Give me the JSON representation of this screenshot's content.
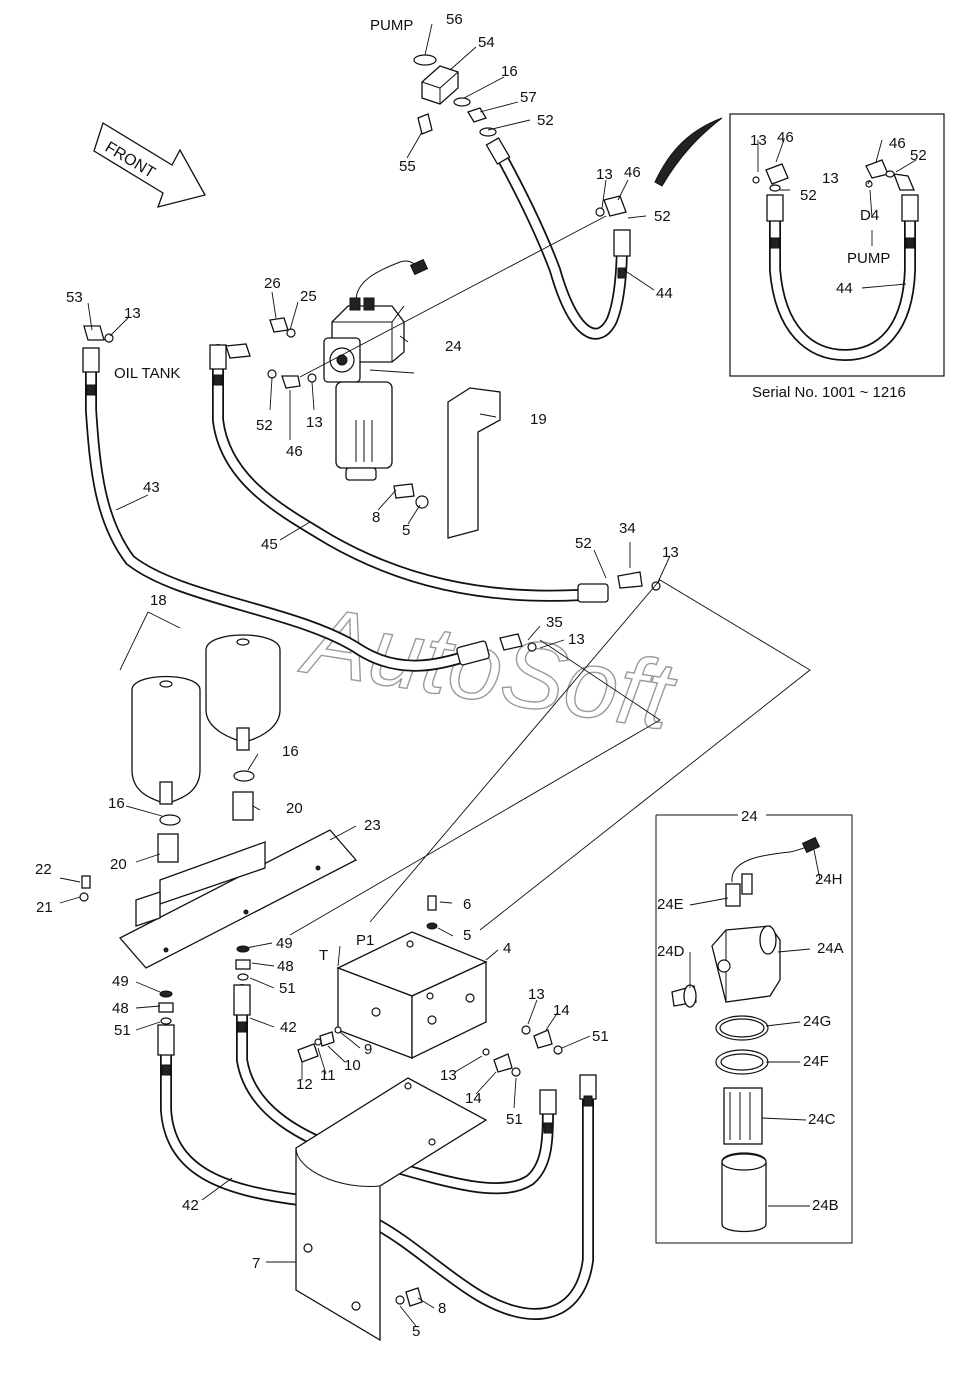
{
  "labels": {
    "pump_top": "PUMP",
    "front": "FRONT",
    "oil_tank": "OIL TANK",
    "serial": "Serial No. 1001 ~ 1216",
    "inset_pump": "PUMP",
    "inset_d4": "D4",
    "port_t": "T",
    "port_p1": "P1",
    "watermark": "AutoSoft",
    "detail_title": "24"
  },
  "callouts": {
    "c56": "56",
    "c54": "54",
    "c16a": "16",
    "c57": "57",
    "c52a": "52",
    "c55": "55",
    "c13a": "13",
    "c46a": "46",
    "c52b": "52",
    "c44": "44",
    "i13a": "13",
    "i46a": "46",
    "i52a": "52",
    "i46b": "46",
    "i52b": "52",
    "i13b": "13",
    "i44": "44",
    "c53": "53",
    "c13b": "13",
    "c26": "26",
    "c25": "25",
    "c24": "24",
    "c52c": "52",
    "c46b": "46",
    "c13c": "13",
    "c19": "19",
    "c43": "43",
    "c8a": "8",
    "c5a": "5",
    "c45": "45",
    "c52d": "52",
    "c34": "34",
    "c13d": "13",
    "c35": "35",
    "c13e": "13",
    "c18": "18",
    "c16b": "16",
    "c20a": "20",
    "c16c": "16",
    "c20b": "20",
    "c23": "23",
    "c22": "22",
    "c21": "21",
    "c6": "6",
    "c5b": "5",
    "c4": "4",
    "c49a": "49",
    "c48a": "48",
    "c51a": "51",
    "c49b": "49",
    "c48b": "48",
    "c51b": "51",
    "c42a": "42",
    "c9": "9",
    "c10": "10",
    "c11": "11",
    "c12": "12",
    "c13f": "13",
    "c14a": "14",
    "c51c": "51",
    "c13g": "13",
    "c14b": "14",
    "c51d": "51",
    "c42b": "42",
    "c7": "7",
    "c8b": "8",
    "c5c": "5",
    "d24H": "24H",
    "d24E": "24E",
    "d24A": "24A",
    "d24D": "24D",
    "d24G": "24G",
    "d24F": "24F",
    "d24C": "24C",
    "d24B": "24B"
  }
}
